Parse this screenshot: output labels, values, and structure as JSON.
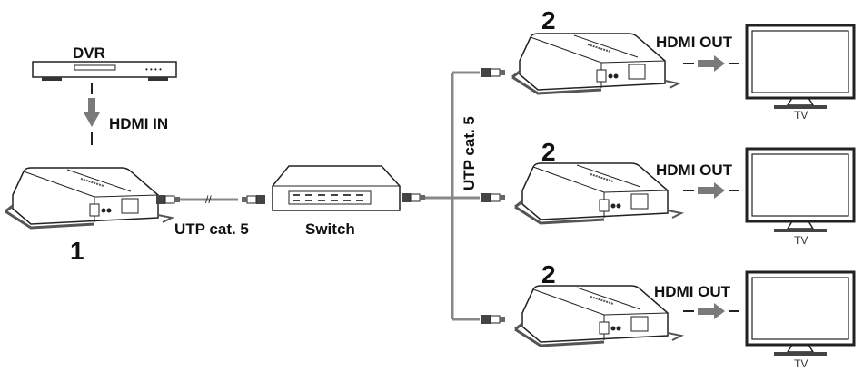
{
  "source": {
    "label": "DVR",
    "link_label": "HDMI IN"
  },
  "transmitter": {
    "number": "1"
  },
  "cable_label": "UTP cat. 5",
  "switch": {
    "label": "Switch"
  },
  "trunk_label": "UTP cat. 5",
  "receivers": [
    {
      "number": "2",
      "output_label": "HDMI OUT",
      "display_label": "TV"
    },
    {
      "number": "2",
      "output_label": "HDMI OUT",
      "display_label": "TV"
    },
    {
      "number": "2",
      "output_label": "HDMI OUT",
      "display_label": "TV"
    }
  ],
  "colors": {
    "line": "#222222",
    "arrow": "#7a7a7a",
    "cable": "#888888"
  }
}
